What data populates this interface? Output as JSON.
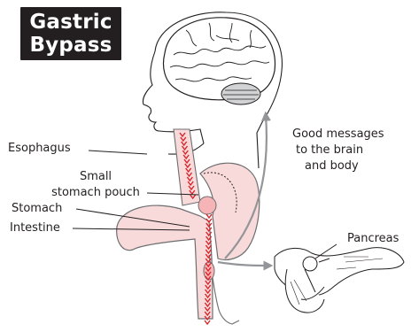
{
  "title": {
    "line1": "Gastric",
    "line2": "Bypass"
  },
  "labels": {
    "esophagus": "Esophagus",
    "small_pouch_line1": "Small",
    "small_pouch_line2": "stomach pouch",
    "stomach": "Stomach",
    "intestine": "Intestine",
    "pancreas": "Pancreas",
    "messages_line1": "Good messages",
    "messages_line2": "to the brain",
    "messages_line3": "and body"
  },
  "colors": {
    "tract_fill": "#f9dada",
    "tract_stroke": "#6d6e71",
    "stitch": "#d8232a",
    "arrow": "#939598",
    "ink": "#231f20"
  }
}
